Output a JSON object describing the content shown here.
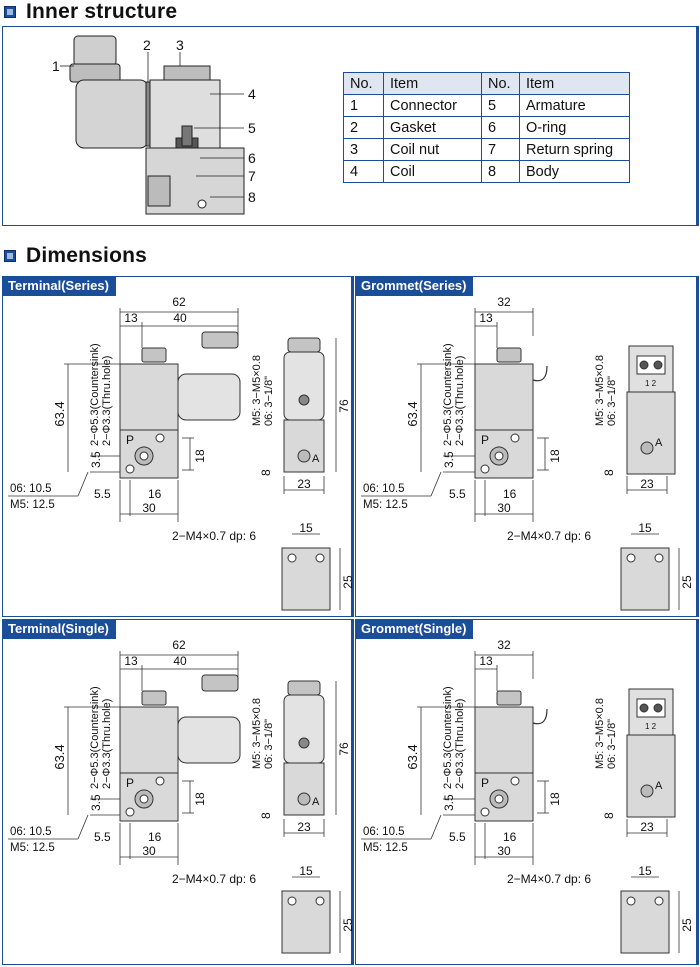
{
  "sections": {
    "inner": "Inner structure",
    "dimensions": "Dimensions"
  },
  "inner_callouts": [
    "1",
    "2",
    "3",
    "4",
    "5",
    "6",
    "7",
    "8"
  ],
  "parts_table": {
    "headers": [
      "No.",
      "Item",
      "No.",
      "Item"
    ],
    "rows": [
      [
        "1",
        "Connector",
        "5",
        "Armature"
      ],
      [
        "2",
        "Gasket",
        "6",
        "O-ring"
      ],
      [
        "3",
        "Coil nut",
        "7",
        "Return spring"
      ],
      [
        "4",
        "Coil",
        "8",
        "Body"
      ]
    ]
  },
  "panels": [
    {
      "title": "Terminal(Series)",
      "width": "62",
      "offset": "13",
      "coil": "40",
      "height": "63.4",
      "side_height": "76",
      "bottom": "30",
      "bore": "16",
      "pitch": "18"
    },
    {
      "title": "Grommet(Series)",
      "width": "32",
      "offset": "13",
      "coil": "",
      "height": "63.4",
      "side_height": "",
      "bottom": "30",
      "bore": "16",
      "pitch": "18"
    },
    {
      "title": "Terminal(Single)",
      "width": "62",
      "offset": "13",
      "coil": "40",
      "height": "63.4",
      "side_height": "76",
      "bottom": "30",
      "bore": "16",
      "pitch": "18"
    },
    {
      "title": "Grommet(Single)",
      "width": "32",
      "offset": "13",
      "coil": "",
      "height": "63.4",
      "side_height": "",
      "bottom": "30",
      "bore": "16",
      "pitch": "18"
    }
  ],
  "common_labels": {
    "countersink": "2−Φ5.3(Countersink)",
    "thru_hole": "2−Φ3.3(Thru.hole)",
    "port_p": "P",
    "port_a": "A",
    "dim_3_5": "3.5",
    "dim_5_5": "5.5",
    "note_06": "06: 10.5",
    "note_m5": "M5: 12.5",
    "port_m5": "M5: 3−M5×0.8",
    "port_06": "06: 3−1/8\"",
    "side_8": "8",
    "side_23": "23",
    "mount": "2−M4×0.7 dp: 6",
    "mount_15": "15",
    "mount_25": "25",
    "pin_12": "1  2"
  }
}
